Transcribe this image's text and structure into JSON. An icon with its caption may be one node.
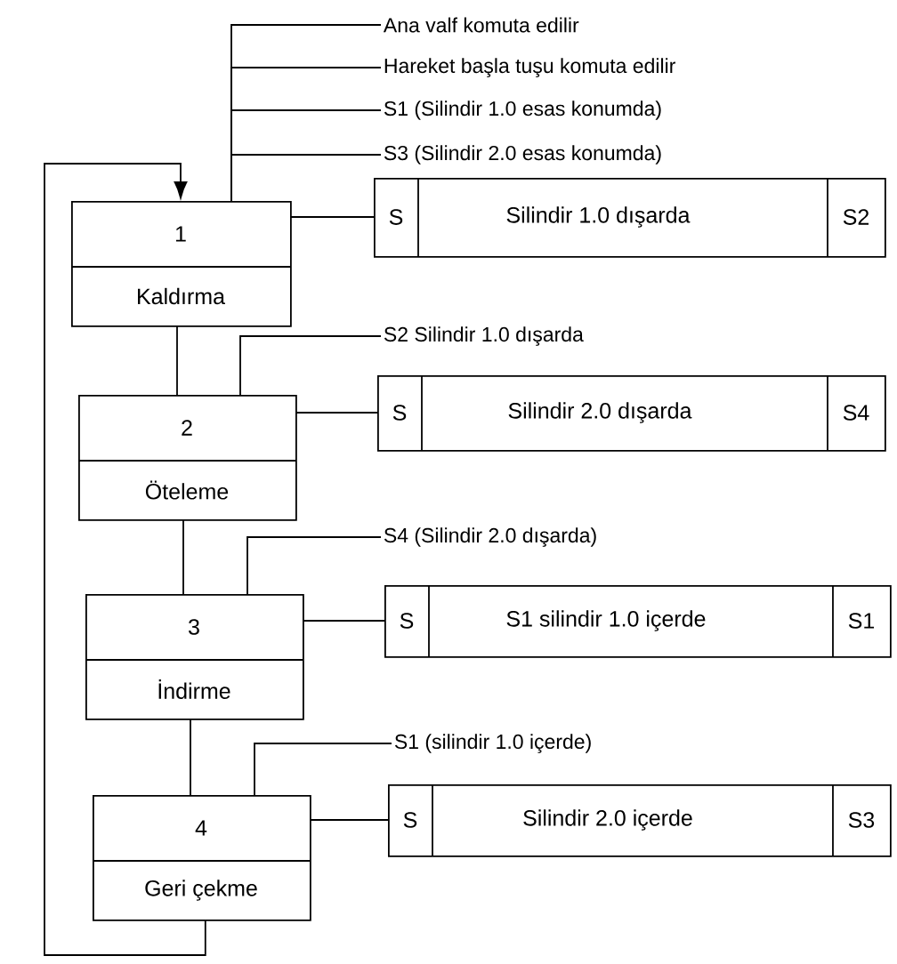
{
  "diagram": {
    "nodes": [
      {
        "text": [
          "1",
          "Kaldırma"
        ]
      },
      {
        "text": [
          "2",
          "Öteleme"
        ]
      },
      {
        "text": [
          "3",
          "İndirme"
        ]
      },
      {
        "text": [
          "4",
          "Geri çekme"
        ]
      },
      {
        "text": [
          "S",
          "Silindir 1.0 dışarda",
          "S2"
        ]
      },
      {
        "text": [
          "S",
          "Silindir 2.0 dışarda",
          "S4"
        ]
      },
      {
        "text": [
          "S",
          "S1 silindir 1.0 içerde",
          "S1"
        ]
      },
      {
        "text": [
          "S",
          "Silindir 2.0 içerde",
          "S3"
        ]
      },
      {
        "text": [
          "Ana valf komuta edilir"
        ]
      },
      {
        "text": [
          "Hareket başla tuşu komuta edilir"
        ]
      },
      {
        "text": [
          "S1 (Silindir 1.0 esas konumda)"
        ]
      },
      {
        "text": [
          "S3 (Silindir 2.0 esas konumda)"
        ]
      },
      {
        "text": [
          "S2 Silindir 1.0 dışarda"
        ]
      },
      {
        "text": [
          "S4 (Silindir 2.0 dışarda)"
        ]
      },
      {
        "text": [
          "S1 (silindir 1.0 içerde)"
        ]
      }
    ],
    "edges": [
      {
        "from": 0,
        "to": 1,
        "arrow": "none"
      },
      {
        "from": 1,
        "to": 2,
        "arrow": "none"
      },
      {
        "from": 2,
        "to": 3,
        "arrow": "none"
      },
      {
        "from": 3,
        "to": 0,
        "arrow": "to"
      },
      {
        "from": 0,
        "to": 4,
        "arrow": "none"
      },
      {
        "from": 1,
        "to": 5,
        "arrow": "none"
      },
      {
        "from": 2,
        "to": 6,
        "arrow": "none"
      },
      {
        "from": 3,
        "to": 7,
        "arrow": "none"
      },
      {
        "from": 8,
        "to": 0,
        "arrow": "none"
      },
      {
        "from": 9,
        "to": 0,
        "arrow": "none"
      },
      {
        "from": 10,
        "to": 0,
        "arrow": "none"
      },
      {
        "from": 11,
        "to": 0,
        "arrow": "none"
      },
      {
        "from": 12,
        "to": 1,
        "arrow": "none"
      },
      {
        "from": 13,
        "to": 2,
        "arrow": "none"
      },
      {
        "from": 14,
        "to": 3,
        "arrow": "none"
      }
    ]
  }
}
